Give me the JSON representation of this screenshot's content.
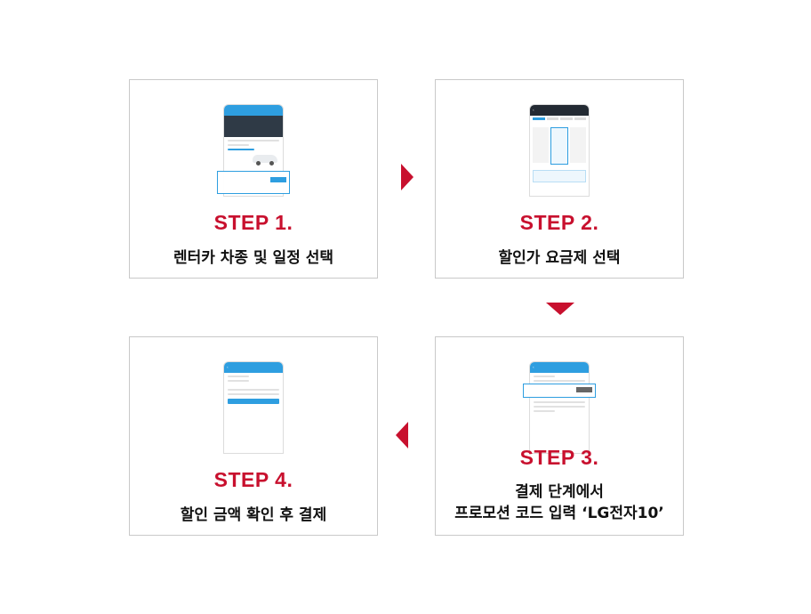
{
  "colors": {
    "accent": "#c8102e",
    "app_blue": "#2e9ee0",
    "border": "#c9c9c9"
  },
  "steps": [
    {
      "title": "STEP  1.",
      "desc": "렌터카 차종 및 일정 선택"
    },
    {
      "title": "STEP  2.",
      "desc": "할인가 요금제 선택"
    },
    {
      "title": "STEP  3.",
      "desc_line1": "결제 단계에서",
      "desc_line2": "프로모션 코드 입력 ‘LG전자10’"
    },
    {
      "title": "STEP  4.",
      "desc": "할인 금액 확인 후 결제"
    }
  ],
  "icons": {
    "next_right": "arrow-right-icon",
    "next_down": "arrow-down-icon",
    "next_left": "arrow-left-icon"
  }
}
